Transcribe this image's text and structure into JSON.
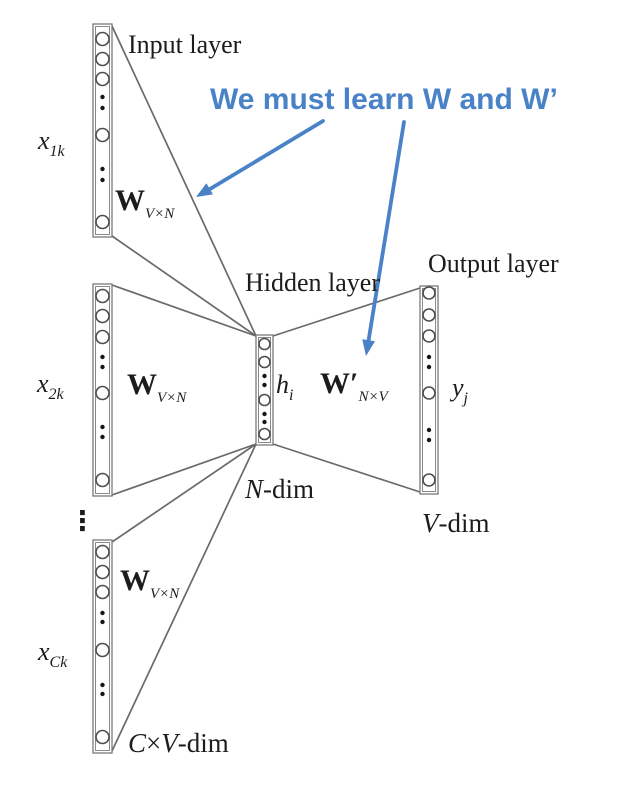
{
  "colors": {
    "accent_blue": "#4a82c8",
    "line_gray": "#6a6a6a",
    "text": "#1c1c1c"
  },
  "annotation": {
    "text": "We must learn W and W’"
  },
  "labels": {
    "input_layer": "Input layer",
    "hidden_layer": "Hidden layer",
    "output_layer": "Output layer"
  },
  "nodes": {
    "x1": {
      "base": "x",
      "sub": "1k"
    },
    "x2": {
      "base": "x",
      "sub": "2k"
    },
    "xc": {
      "base": "x",
      "sub": "Ck"
    },
    "h": {
      "base": "h",
      "sub": "i"
    },
    "y": {
      "base": "y",
      "sub": "j"
    }
  },
  "weights": {
    "w1": {
      "base": "W",
      "sub": "V×N"
    },
    "w2": {
      "base": "W",
      "sub": "V×N"
    },
    "w3": {
      "base": "W",
      "sub": "V×N"
    },
    "wp": {
      "base": "W′",
      "sub": "N×V"
    }
  },
  "dims": {
    "hidden": {
      "var": "N",
      "rest": "-dim"
    },
    "output": {
      "var": "V",
      "rest": "-dim"
    },
    "input": {
      "c": "C",
      "times": "×",
      "v": "V",
      "rest": "-dim"
    }
  },
  "ellipsis": "⋮"
}
